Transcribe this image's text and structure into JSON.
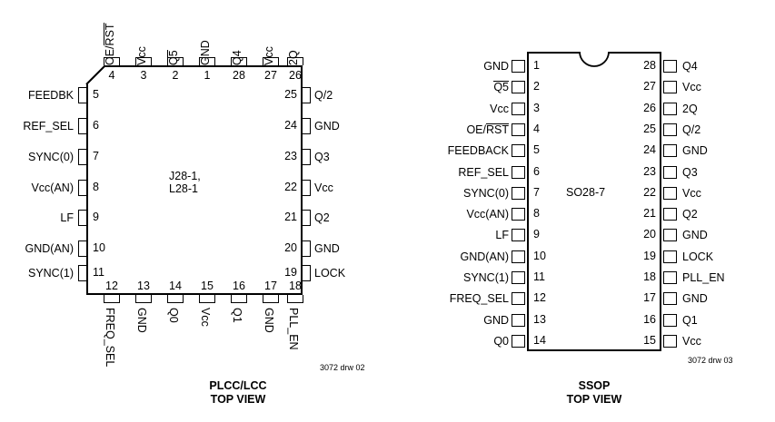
{
  "plcc": {
    "center_label": "J28-1,\nL28-1",
    "caption": "PLCC/LCC\nTOP VIEW",
    "drawing_number": "3072 drw 02",
    "top_pins": [
      {
        "num": "4",
        "label": "OE/RST",
        "overline_part": "RST"
      },
      {
        "num": "3",
        "label": "Vcc",
        "overline_part": ""
      },
      {
        "num": "2",
        "label": "Q5",
        "overline_part": "Q5"
      },
      {
        "num": "1",
        "label": "GND",
        "overline_part": ""
      },
      {
        "num": "28",
        "label": "Q4",
        "overline_part": ""
      },
      {
        "num": "27",
        "label": "Vcc",
        "overline_part": ""
      },
      {
        "num": "26",
        "label": "2Q",
        "overline_part": ""
      }
    ],
    "left_pins": [
      {
        "num": "5",
        "label": "FEEDBK"
      },
      {
        "num": "6",
        "label": "REF_SEL"
      },
      {
        "num": "7",
        "label": "SYNC(0)"
      },
      {
        "num": "8",
        "label": "Vcc(AN)"
      },
      {
        "num": "9",
        "label": "LF"
      },
      {
        "num": "10",
        "label": "GND(AN)"
      },
      {
        "num": "11",
        "label": "SYNC(1)"
      }
    ],
    "bottom_pins": [
      {
        "num": "12",
        "label": "FREQ_SEL"
      },
      {
        "num": "13",
        "label": "GND"
      },
      {
        "num": "14",
        "label": "Q0"
      },
      {
        "num": "15",
        "label": "Vcc"
      },
      {
        "num": "16",
        "label": "Q1"
      },
      {
        "num": "17",
        "label": "GND"
      },
      {
        "num": "18",
        "label": "PLL_EN"
      }
    ],
    "right_pins": [
      {
        "num": "25",
        "label": "Q/2"
      },
      {
        "num": "24",
        "label": "GND"
      },
      {
        "num": "23",
        "label": "Q3"
      },
      {
        "num": "22",
        "label": "Vcc"
      },
      {
        "num": "21",
        "label": "Q2"
      },
      {
        "num": "20",
        "label": "GND"
      },
      {
        "num": "19",
        "label": "LOCK"
      }
    ]
  },
  "ssop": {
    "center_label": "SO28-7",
    "caption": "SSOP\nTOP VIEW",
    "drawing_number": "3072 drw 03",
    "left_pins": [
      {
        "num": "1",
        "label": "GND",
        "overline_part": ""
      },
      {
        "num": "2",
        "label": "Q5",
        "overline_part": "Q5"
      },
      {
        "num": "3",
        "label": "Vcc",
        "overline_part": ""
      },
      {
        "num": "4",
        "label": "OE/RST",
        "overline_part": "RST"
      },
      {
        "num": "5",
        "label": "FEEDBACK",
        "overline_part": ""
      },
      {
        "num": "6",
        "label": "REF_SEL",
        "overline_part": ""
      },
      {
        "num": "7",
        "label": "SYNC(0)",
        "overline_part": ""
      },
      {
        "num": "8",
        "label": "Vcc(AN)",
        "overline_part": ""
      },
      {
        "num": "9",
        "label": "LF",
        "overline_part": ""
      },
      {
        "num": "10",
        "label": "GND(AN)",
        "overline_part": ""
      },
      {
        "num": "11",
        "label": "SYNC(1)",
        "overline_part": ""
      },
      {
        "num": "12",
        "label": "FREQ_SEL",
        "overline_part": ""
      },
      {
        "num": "13",
        "label": "GND",
        "overline_part": ""
      },
      {
        "num": "14",
        "label": "Q0",
        "overline_part": ""
      }
    ],
    "right_pins": [
      {
        "num": "28",
        "label": "Q4"
      },
      {
        "num": "27",
        "label": "Vcc"
      },
      {
        "num": "26",
        "label": "2Q"
      },
      {
        "num": "25",
        "label": "Q/2"
      },
      {
        "num": "24",
        "label": "GND"
      },
      {
        "num": "23",
        "label": "Q3"
      },
      {
        "num": "22",
        "label": "Vcc"
      },
      {
        "num": "21",
        "label": "Q2"
      },
      {
        "num": "20",
        "label": "GND"
      },
      {
        "num": "19",
        "label": "LOCK"
      },
      {
        "num": "18",
        "label": "PLL_EN"
      },
      {
        "num": "17",
        "label": "GND"
      },
      {
        "num": "16",
        "label": "Q1"
      },
      {
        "num": "15",
        "label": "Vcc"
      }
    ]
  }
}
